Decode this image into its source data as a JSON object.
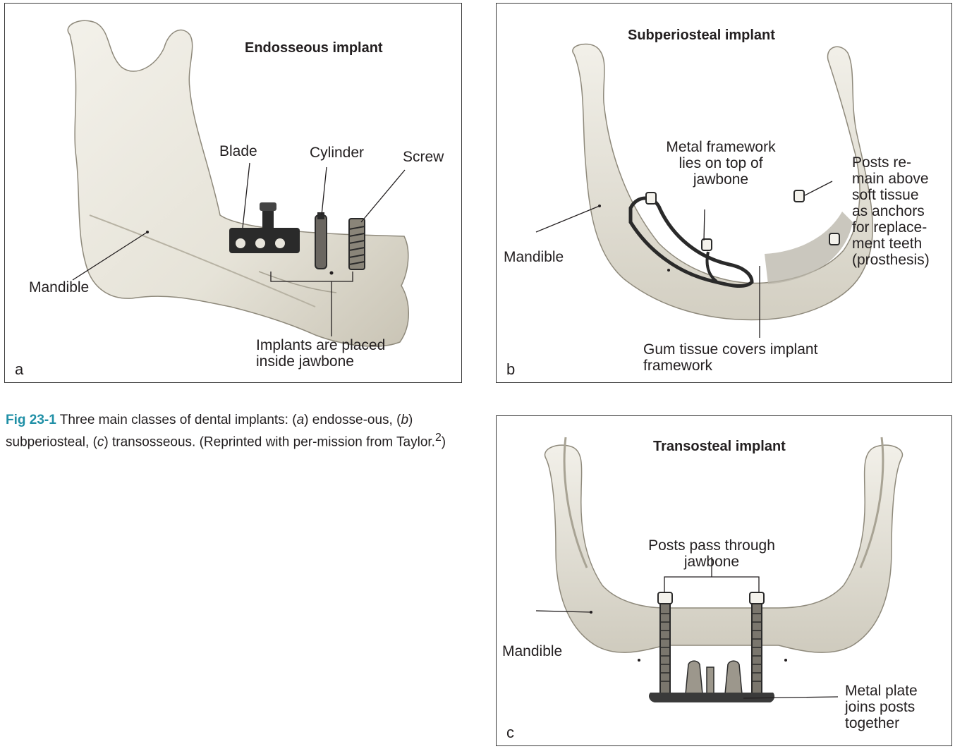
{
  "colors": {
    "figure_label": "#1f8fa6",
    "bone": "#ece9e0",
    "bone_shadow": "#bdb8aa",
    "frame": "#3a3a3a",
    "metal": "#2a2a2a"
  },
  "panel_a": {
    "title": "Endosseous implant",
    "letter": "a",
    "labels": {
      "blade": "Blade",
      "cylinder": "Cylinder",
      "screw": "Screw",
      "mandible": "Mandible",
      "implants_line1": "Implants are placed",
      "implants_line2": "inside jawbone"
    }
  },
  "panel_b": {
    "title": "Subperiosteal implant",
    "letter": "b",
    "labels": {
      "metal_line1": "Metal framework",
      "metal_line2": "lies on top of",
      "metal_line3": "jawbone",
      "posts_line1": "Posts re-",
      "posts_line2": "main above",
      "posts_line3": "soft tissue",
      "posts_line4": "as anchors",
      "posts_line5": "for replace-",
      "posts_line6": "ment teeth",
      "posts_line7": "(prosthesis)",
      "mandible": "Mandible",
      "gum_line1": "Gum tissue covers implant",
      "gum_line2": "framework"
    }
  },
  "panel_c": {
    "title": "Transosteal implant",
    "letter": "c",
    "labels": {
      "posts_line1": "Posts pass through",
      "posts_line2": "jawbone",
      "mandible": "Mandible",
      "plate_line1": "Metal plate",
      "plate_line2": "joins posts",
      "plate_line3": "together"
    }
  },
  "caption": {
    "figure_label": "Fig 23-1",
    "text_1": " Three main classes of dental implants: (",
    "a": "a",
    "text_2": ") endosse-ous, (",
    "b": "b",
    "text_3": ") subperiosteal, (",
    "c": "c",
    "text_4": ") transosseous. (Reprinted with per-mission from Taylor.",
    "ref": "2",
    "text_5": ")"
  }
}
